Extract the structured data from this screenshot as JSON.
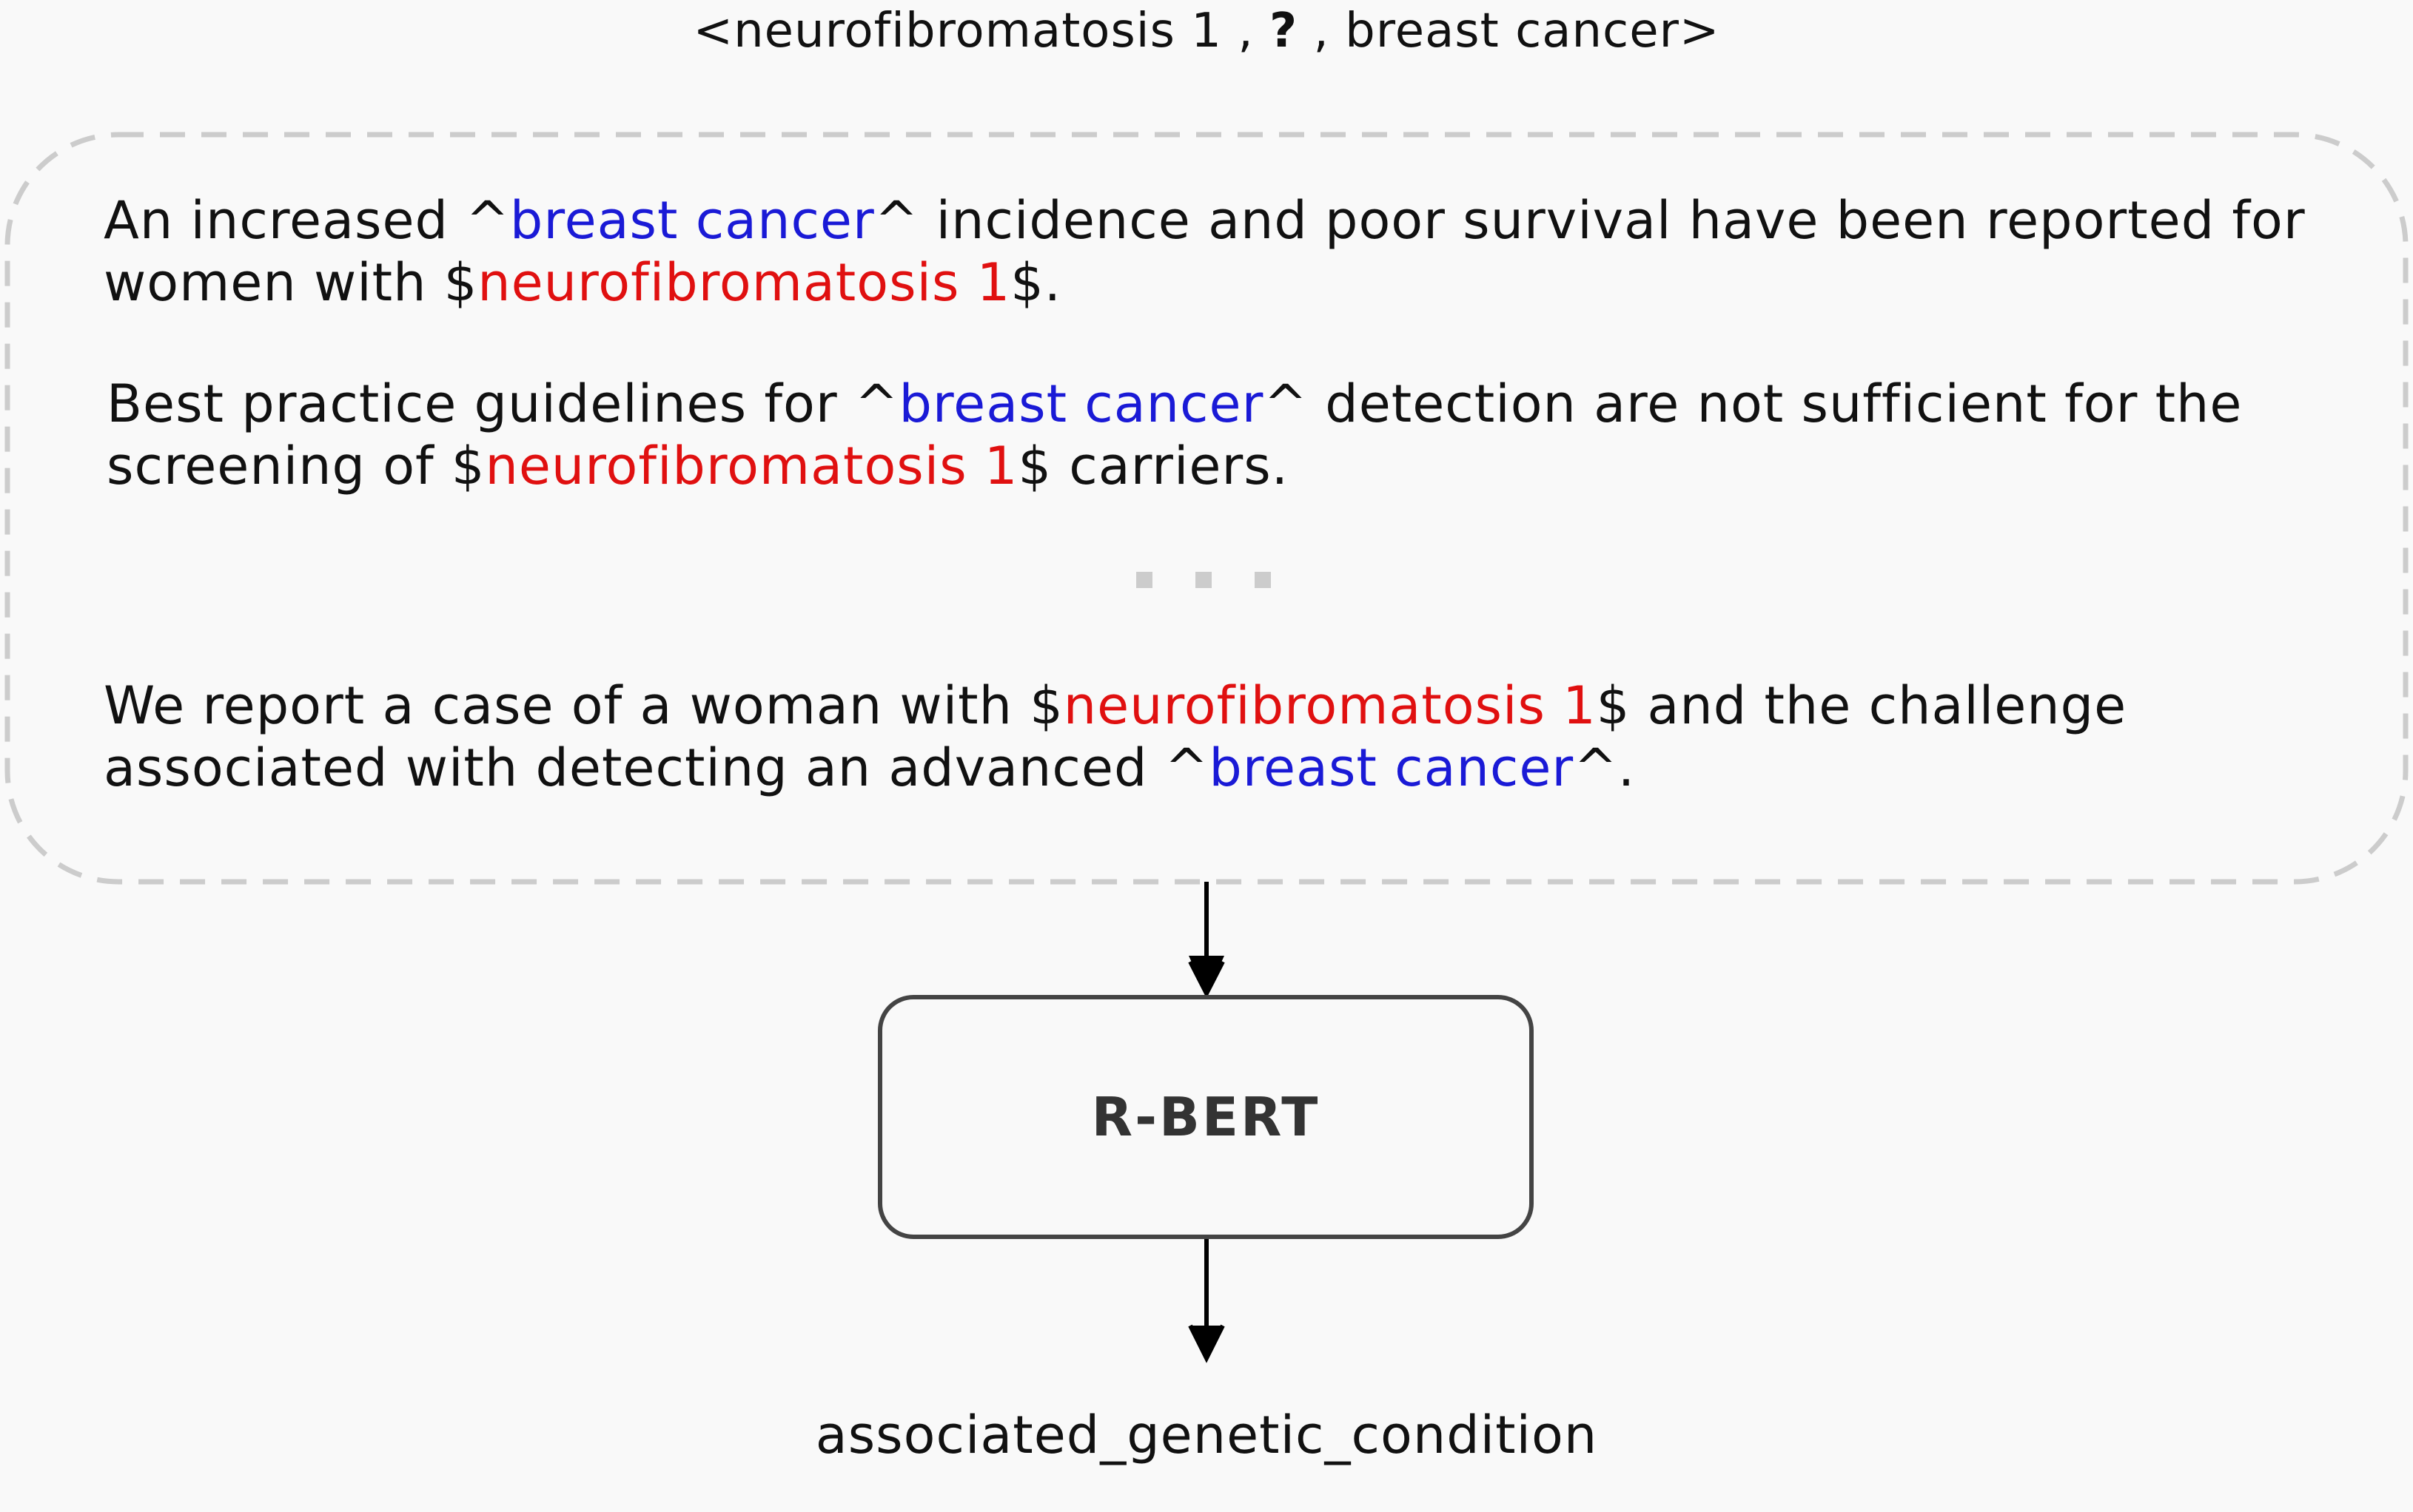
{
  "query": {
    "head": "<neurofibromatosis 1",
    "sep1": " , ",
    "unknown": "?",
    "sep2": " , ",
    "tail": "breast cancer>"
  },
  "sentences": [
    {
      "s1": "An increased ^",
      "disease": "breast cancer",
      "s2": "^ incidence and poor survival have been reported for women with $",
      "gene": "neurofibromatosis 1",
      "s3": "$."
    },
    {
      "s1": "Best practice guidelines for ^",
      "disease": "breast cancer",
      "s2": "^ detection are not sufficient for the screening of $",
      "gene": "neurofibromatosis 1",
      "s3": "$ carriers."
    },
    {
      "s1": "We report a case of a woman with $",
      "gene": "neurofibromatosis 1",
      "s2": "$ and the challenge associated with detecting an advanced ^",
      "disease": "breast cancer",
      "s3": "^."
    }
  ],
  "model": {
    "label": "R-BERT"
  },
  "output": {
    "relation": "associated_genetic_condition"
  },
  "colors": {
    "disease": "#1a1ad6",
    "gene": "#e01010",
    "box_border": "#444444",
    "dashed_border": "#cccccc"
  }
}
